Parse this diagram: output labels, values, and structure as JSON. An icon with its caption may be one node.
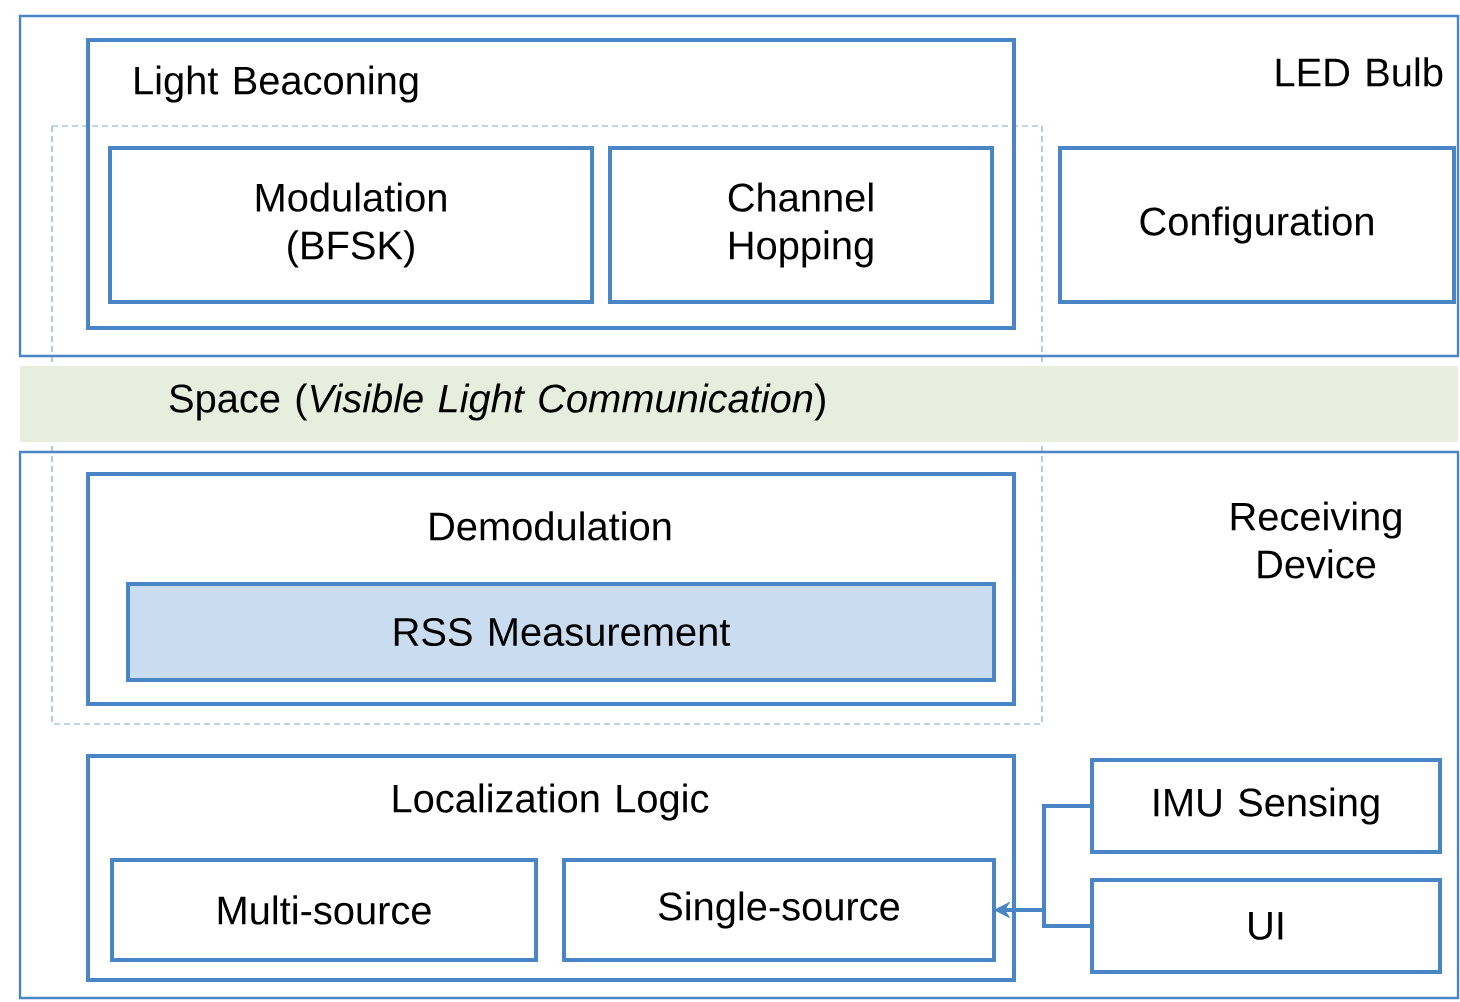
{
  "diagram": {
    "nodes": [
      {
        "text": [
          "LED Bulb"
        ]
      },
      {
        "text": [
          "Light Beaconing"
        ],
        "in": 0
      },
      {
        "text": [
          "Modulation (BFSK)"
        ],
        "in": 1
      },
      {
        "text": [
          "Channel Hopping"
        ],
        "in": 1
      },
      {
        "text": [
          "Configuration"
        ],
        "in": 0
      },
      {
        "text": [
          "Space (*Visible Light Communication*)"
        ]
      },
      {
        "text": [
          "Receiving Device"
        ]
      },
      {
        "text": [
          "Demodulation"
        ],
        "in": 6
      },
      {
        "text": [
          "RSS Measurement"
        ],
        "in": 7
      },
      {
        "text": [
          "Localization Logic"
        ],
        "in": 6
      },
      {
        "text": [
          "Multi-source"
        ],
        "in": 9
      },
      {
        "text": [
          "Single-source"
        ],
        "in": 9
      },
      {
        "text": [
          "IMU Sensing"
        ],
        "in": 6
      },
      {
        "text": [
          "UI"
        ],
        "in": 6
      }
    ],
    "edges": [
      {
        "from": 12,
        "to": 11,
        "arrow": "to"
      },
      {
        "from": 13,
        "to": 11,
        "arrow": "to"
      }
    ]
  }
}
